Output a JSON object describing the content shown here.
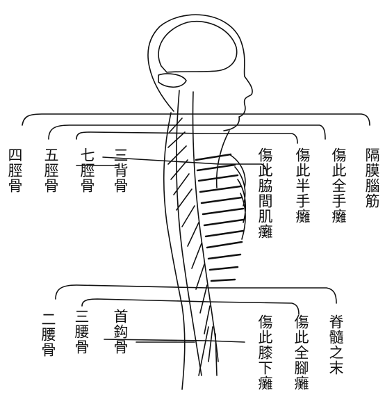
{
  "labels": {
    "diaphragm": "隔膜腦筋",
    "both_arms": "傷此全手癱",
    "half_arm": "傷此半手癱",
    "intercostal": "傷此脇間肌癱",
    "third_thoracic": "三背骨",
    "seventh_cervical": "七脛骨",
    "fifth_cervical": "五脛骨",
    "fourth_cervical": "四脛骨",
    "spinal_end": "脊髓之末",
    "both_legs": "傷此全腳癱",
    "below_knee": "傷此膝下癱",
    "coccyx": "首鈎骨",
    "third_lumbar": "三腰骨",
    "second_lumbar": "二腰骨"
  }
}
